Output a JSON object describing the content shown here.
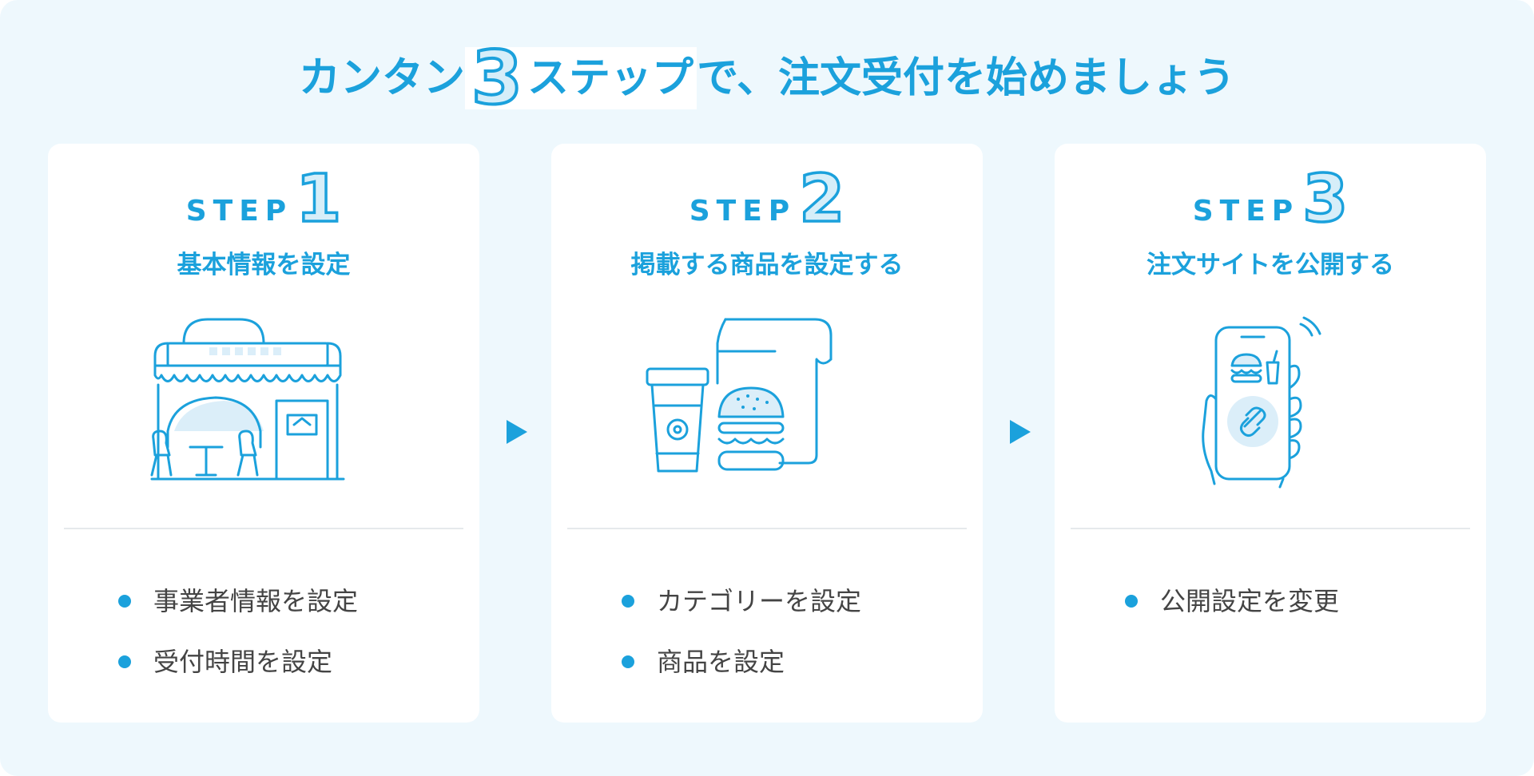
{
  "headline": {
    "pre": "カンタン",
    "number": "3",
    "post_highlight": "ステップ",
    "post": "で、注文受付を始めましょう"
  },
  "steps": [
    {
      "label": "STEP",
      "number": "1",
      "title": "基本情報を設定",
      "illustration": "storefront-icon",
      "items": [
        "事業者情報を設定",
        "受付時間を設定"
      ]
    },
    {
      "label": "STEP",
      "number": "2",
      "title": "掲載する商品を設定する",
      "illustration": "menu-food-icon",
      "items": [
        "カテゴリーを設定",
        "商品を設定"
      ]
    },
    {
      "label": "STEP",
      "number": "3",
      "title": "注文サイトを公開する",
      "illustration": "smartphone-link-icon",
      "items": [
        "公開設定を変更"
      ]
    }
  ],
  "colors": {
    "accent": "#1ba1dc",
    "accent_light": "#d6eef9",
    "background": "#eef8fd",
    "card": "#ffffff",
    "text": "#444444",
    "divider": "#e6e9ec"
  },
  "icons": [
    "storefront-icon",
    "menu-food-icon",
    "smartphone-link-icon",
    "arrow-right-icon",
    "bullet-dot-icon"
  ]
}
